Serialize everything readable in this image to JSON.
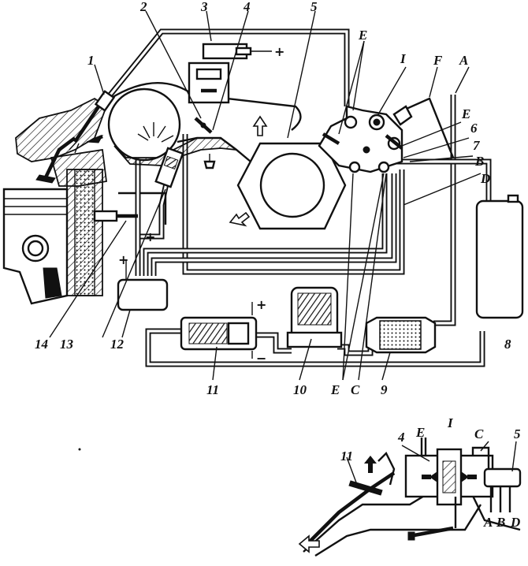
{
  "labels": {
    "n1": "1",
    "n2": "2",
    "n3": "3",
    "n4": "4",
    "n5": "5",
    "n6": "6",
    "n7": "7",
    "n8": "8",
    "n9": "9",
    "n10": "10",
    "n11": "11",
    "n12": "12",
    "n13": "13",
    "n14": "14",
    "E_top": "E",
    "I_top": "I",
    "F": "F",
    "A_top": "A",
    "E_right": "E",
    "B": "B",
    "D": "D",
    "E_bottom": "E",
    "C_bottom": "C"
  },
  "symbols": {
    "plus": "+",
    "minus": "−"
  },
  "inset": {
    "title": "I",
    "n11": "11",
    "n4": "4",
    "E": "E",
    "C": "C",
    "n5": "5",
    "A": "A",
    "B": "B",
    "D": "D"
  }
}
